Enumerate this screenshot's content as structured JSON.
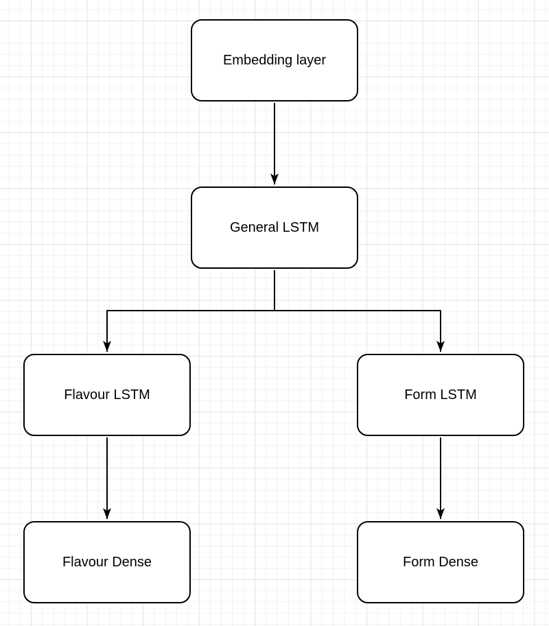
{
  "diagram": {
    "type": "flowchart",
    "nodes": [
      {
        "id": "embedding-layer",
        "label": "Embedding layer"
      },
      {
        "id": "general-lstm",
        "label": "General LSTM"
      },
      {
        "id": "flavour-lstm",
        "label": "Flavour LSTM"
      },
      {
        "id": "form-lstm",
        "label": "Form LSTM"
      },
      {
        "id": "flavour-dense",
        "label": "Flavour Dense"
      },
      {
        "id": "form-dense",
        "label": "Form Dense"
      }
    ],
    "edges": [
      {
        "from": "embedding-layer",
        "to": "general-lstm",
        "arrow": "filled-triangle"
      },
      {
        "from": "general-lstm",
        "to": "flavour-lstm",
        "arrow": "filled-triangle"
      },
      {
        "from": "general-lstm",
        "to": "form-lstm",
        "arrow": "filled-triangle"
      },
      {
        "from": "flavour-lstm",
        "to": "flavour-dense",
        "arrow": "filled-triangle"
      },
      {
        "from": "form-lstm",
        "to": "form-dense",
        "arrow": "filled-triangle"
      }
    ],
    "colors": {
      "node_fill": "#ffffff",
      "node_border": "#000000",
      "edge_stroke": "#000000",
      "text": "#000000",
      "canvas_background": "#ffffff",
      "grid_minor": "#f2f2f2",
      "grid_major": "#e2e2e2"
    }
  }
}
